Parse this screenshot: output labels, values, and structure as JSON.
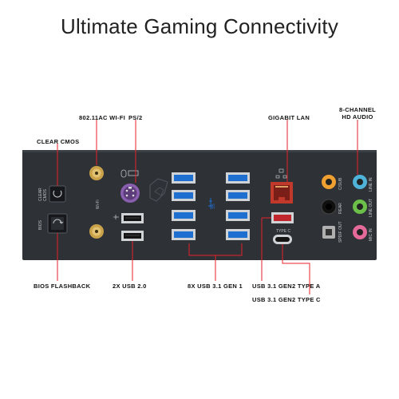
{
  "title": "Ultimate Gaming Connectivity",
  "colors": {
    "panel": "#2e3237",
    "callout": "#e8202a",
    "usb3": "#1f6fd1",
    "lan": "#c0392b",
    "usb31gen2": "#c0272d",
    "audio_blue": "#4fb3d9",
    "audio_green": "#6cc04a",
    "audio_pink": "#e56a9a",
    "audio_black": "#111111",
    "audio_orange": "#f0a030",
    "audio_gray": "#b0b0b0"
  },
  "labels": {
    "wifi": "802.11AC WI-FI",
    "ps2": "PS/2",
    "clear_cmos": "CLEAR CMOS",
    "gigabit_lan": "GIGABIT LAN",
    "audio_line1": "8-CHANNEL",
    "audio_line2": "HD AUDIO",
    "bios_flashback": "BIOS FLASHBACK",
    "usb20": "2X USB 2.0",
    "usb31gen1": "8X USB 3.1 GEN 1",
    "usb31gen2a": "USB 3.1 GEN2 TYPE A",
    "usb31gen2c": "USB 3.1 GEN2 TYPE C"
  },
  "panel_text": {
    "clear": "CLEAR",
    "cmos": "CMOS",
    "bios": "BIOS",
    "wifi": "Wi-Fi",
    "ss": "SS",
    "type_c": "TYPE C",
    "c_sub": "C/SUB",
    "line_in": "LINE IN",
    "rear": "REAR",
    "line_out": "LINE OUT",
    "spdif_out": "SPDIF OUT",
    "mic_in": "MIC IN"
  },
  "icons": [
    "ps2-icon",
    "usb-icon",
    "lan-icon",
    "usb-ss-icon",
    "flashback-icon",
    "clear-cmos-icon",
    "rog-logo-icon"
  ]
}
